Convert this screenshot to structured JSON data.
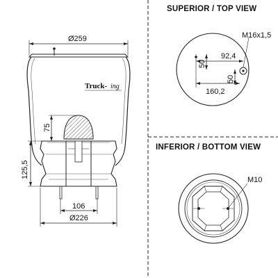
{
  "drawing": {
    "side_view": {
      "brand_main": "Truck-",
      "brand_suffix": "ing",
      "dim_top_diameter": "Ø259",
      "dim_piston_height": "75",
      "dim_total_height": "125,5",
      "dim_inner_width": "106",
      "dim_bottom_diameter": "Ø226"
    },
    "top_view": {
      "heading": "SUPERIOR / TOP VIEW",
      "thread_label": "M16x1,5",
      "dim_offset_x": "92,4",
      "dim_offset_y1": "50",
      "dim_offset_y2": "50",
      "dim_span": "160,2"
    },
    "bottom_view": {
      "heading": "INFERIOR / BOTTOM VIEW",
      "thread_label": "M10"
    }
  }
}
